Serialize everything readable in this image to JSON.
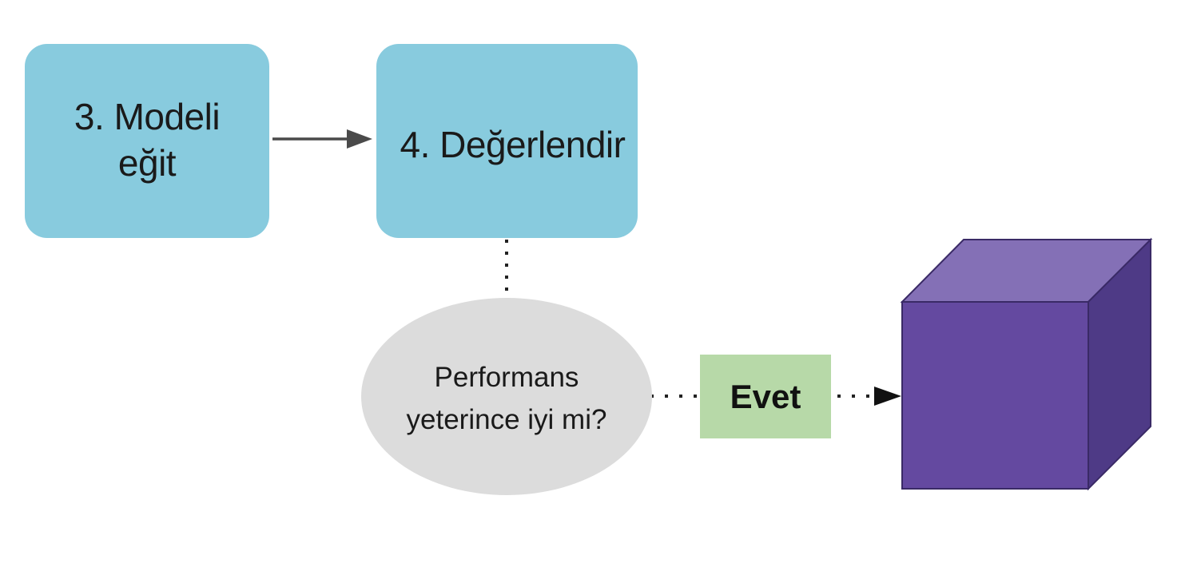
{
  "steps": {
    "train": {
      "label": "3. Modeli\neğit"
    },
    "evaluate": {
      "label": "4. Değerlendir"
    }
  },
  "decision": {
    "label": "Performans\nyeterince iyi mi?"
  },
  "branch_yes": {
    "label": "Evet"
  },
  "colors": {
    "step_fill": "#88cbde",
    "decision_fill": "#dcdcdc",
    "yes_fill": "#b7d9a8",
    "arrow": "#4a4a4a",
    "dots": "#222222",
    "cube_front": "#6449a0",
    "cube_top": "#8470b6",
    "cube_side": "#4e3a86",
    "cube_edge": "#3a2a66"
  }
}
